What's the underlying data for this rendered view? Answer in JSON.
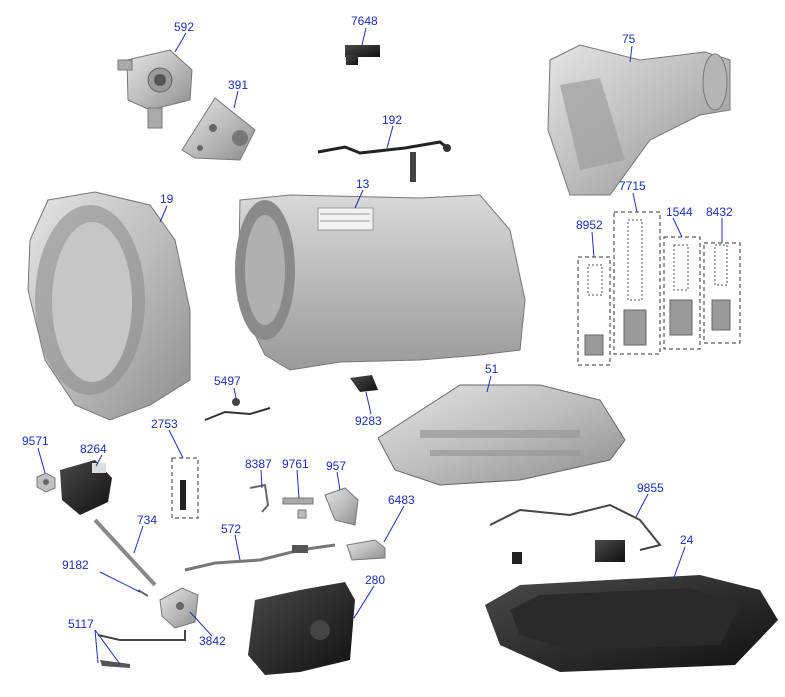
{
  "diagram": {
    "callouts": {
      "c592": "592",
      "c7648": "7648",
      "c75": "75",
      "c391": "391",
      "c192": "192",
      "c19": "19",
      "c13": "13",
      "c7715": "7715",
      "c8952": "8952",
      "c1544": "1544",
      "c8432": "8432",
      "c5497": "5497",
      "c51": "51",
      "c9283": "9283",
      "c9571": "9571",
      "c2753": "2753",
      "c8264": "8264",
      "c8387": "8387",
      "c9761": "9761",
      "c957": "957",
      "c6483": "6483",
      "c9855": "9855",
      "c734": "734",
      "c572": "572",
      "c24": "24",
      "c9182": "9182",
      "c280": "280",
      "c5117": "5117",
      "c3842": "3842"
    },
    "colors": {
      "callout": "#1a2fb8",
      "metal_light": "#c9c9c9",
      "metal_dark": "#8a8a8a",
      "black_part": "#1e1e1e"
    }
  }
}
